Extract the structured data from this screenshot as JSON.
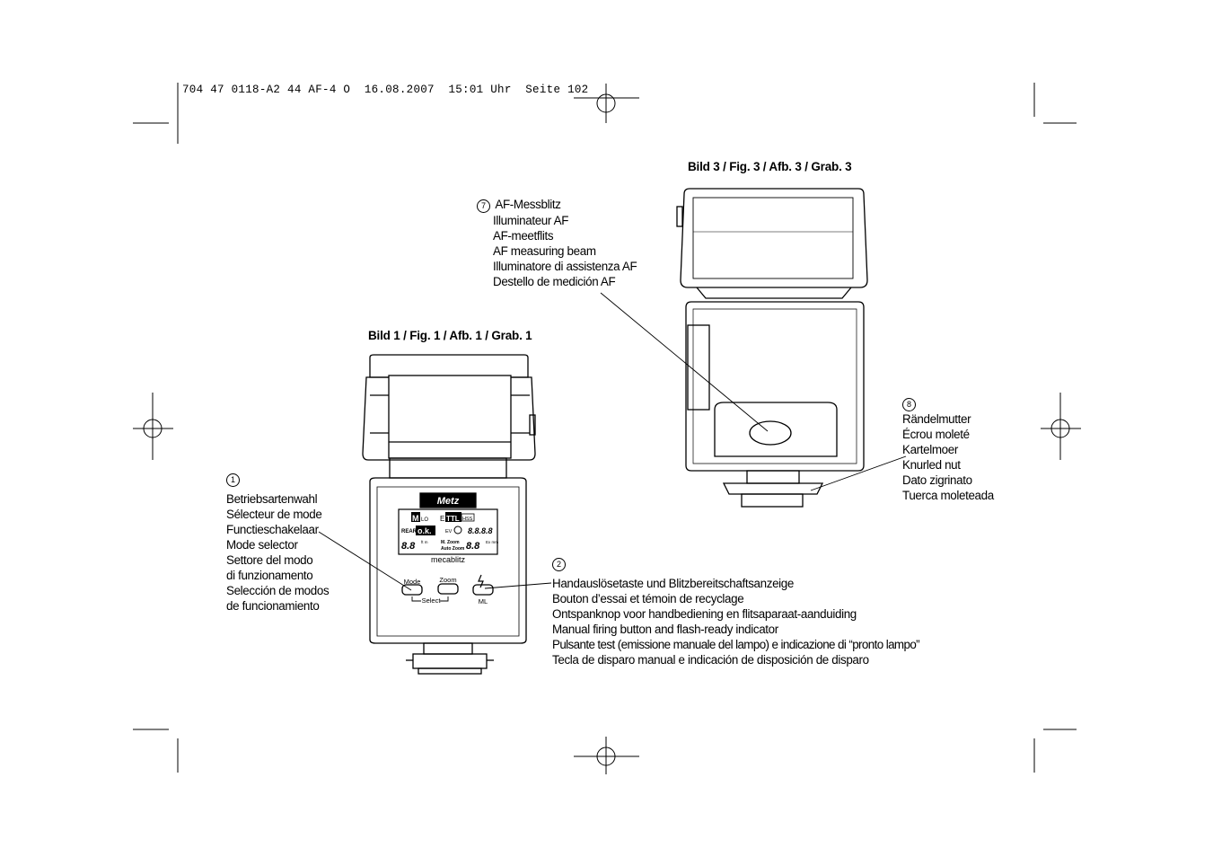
{
  "header": {
    "text": "704 47 0118-A2 44 AF-4 O  16.08.2007  15:01 Uhr  Seite 102"
  },
  "captions": {
    "fig1": "Bild 1 / Fig. 1 / Afb. 1 / Grab. 1",
    "fig3": "Bild 3 / Fig. 3 / Afb. 3 / Grab. 3"
  },
  "callouts": {
    "c1": {
      "number": "1",
      "lines": [
        "Betriebsartenwahl",
        "Sélecteur de mode",
        "Functieschakelaar",
        "Mode selector",
        "Settore del modo",
        "di funzionamento",
        "Selección de modos",
        "de funcionamiento"
      ]
    },
    "c2": {
      "number": "2",
      "lines": [
        "Handauslösetaste und Blitzbereitschaftsanzeige",
        "Bouton d’essai et témoin de recyclage",
        "Ontspanknop voor handbediening en flitsaparaat-aanduiding",
        "Manual firing button and flash-ready indicator",
        "Pulsante test (emissione manuale del lampo) e indicazione di “pronto lampo”",
        "Tecla de disparo manual e indicación de disposición de disparo"
      ]
    },
    "c7": {
      "number": "7",
      "lines": [
        "AF-Messblitz",
        "Illuminateur AF",
        "AF-meetflits",
        "AF measuring beam",
        "Illuminatore di assistenza AF",
        "Destello de medición AF"
      ]
    },
    "c8": {
      "number": "8",
      "lines": [
        "Rändelmutter",
        "Écrou moleté",
        "Kartelmoer",
        "Knurled nut",
        "Dato zigrinato",
        "Tuerca moleteada"
      ]
    }
  },
  "flash_unit": {
    "brand_logo": "Metz",
    "model_label": "mecablitz",
    "lcd": {
      "mode_m": "M",
      "mode_lo": "LO",
      "mode_e": "E",
      "mode_ttl": "TTL",
      "mode_hss": "HSS",
      "rear": "REAR",
      "ok": "o.k.",
      "ev": "EV",
      "segments_top": "8.8.8.8",
      "segments_left": "8.8",
      "unit_ft_m": "ft m",
      "zoom_label_1": "M. Zoom",
      "zoom_label_2": "Auto Zoom",
      "segments_right": "8.8",
      "unit_ex_mm": "Ex mm"
    },
    "buttons": {
      "mode": "Mode",
      "zoom": "Zoom",
      "ml": "ML",
      "select": "Select"
    }
  }
}
